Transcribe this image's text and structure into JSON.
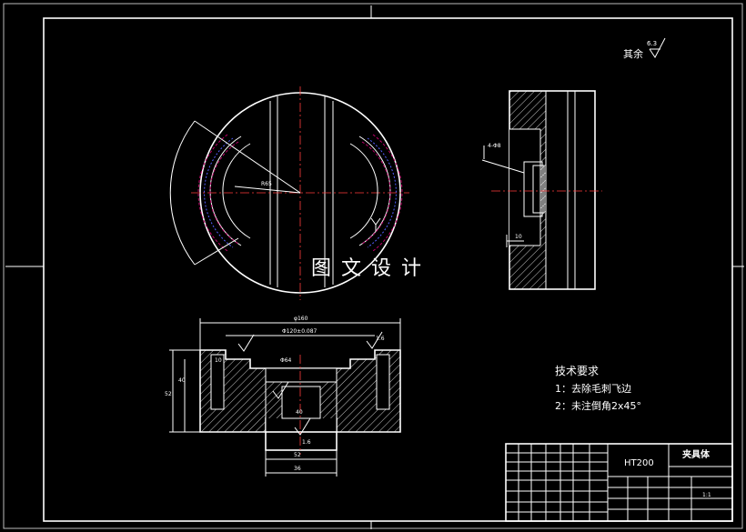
{
  "roughness_note": {
    "prefix": "其余",
    "value": "6.3"
  },
  "watermark": "图 文 设 计",
  "technical_requirements": {
    "title": "技术要求",
    "items": [
      "1：去除毛刺飞边",
      "2：未注倒角2x45°"
    ]
  },
  "title_block": {
    "material": "HT200",
    "part_name": "夹具体",
    "scale": "1:1"
  },
  "dimensions": {
    "overall_width": "φ160",
    "bore_tolerance": "Φ120±0.087",
    "inner_bore": "Φ64",
    "step_height": "10",
    "total_height": "52",
    "base_height": "40",
    "width_40": "40",
    "width_52": "52",
    "width_36": "36",
    "roughness_1": "1.6",
    "roughness_2": "1.6",
    "radius": "R65",
    "side_dim": "10",
    "hole_callout": "4-Φ8"
  },
  "colors": {
    "background": "#000000",
    "line": "#ffffff",
    "centerline": "#ff3b3b",
    "hidden_magenta": "#c0006a",
    "hidden_blue": "#5560ff"
  }
}
